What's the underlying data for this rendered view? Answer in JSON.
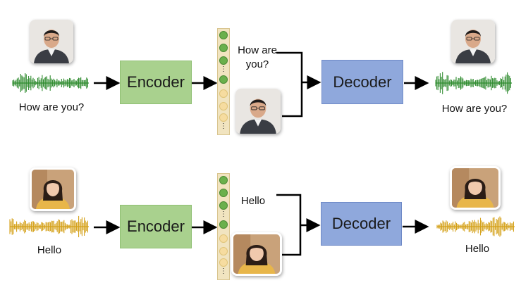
{
  "rows": [
    {
      "id": "top",
      "input_label": "How are you?",
      "encoder_label": "Encoder",
      "content_text": "How are you?",
      "decoder_label": "Decoder",
      "output_label": "How are you?",
      "waveform_color": "#2e8b2e",
      "speaker": "male"
    },
    {
      "id": "bottom",
      "input_label": "Hello",
      "encoder_label": "Encoder",
      "content_text": "Hello",
      "decoder_label": "Decoder",
      "output_label": "Hello",
      "waveform_color": "#d4a017",
      "speaker": "female"
    }
  ],
  "colors": {
    "encoder_fill": "#a9d18e",
    "decoder_fill": "#8fa8dc",
    "content_code": "#6ab04c",
    "speaker_code": "#f6dca0",
    "arrow": "#000000"
  },
  "icons": [
    "male-speaker-photo",
    "female-speaker-photo",
    "speech-waveform"
  ]
}
